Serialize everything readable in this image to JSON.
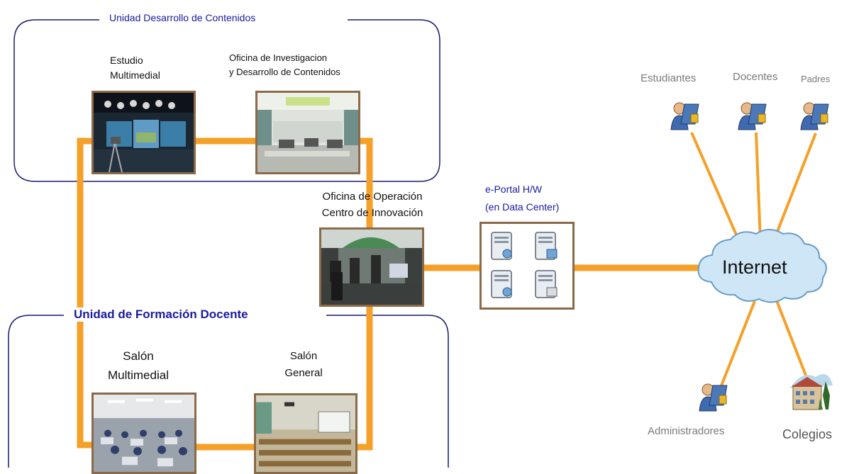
{
  "units": {
    "content_unit": "Unidad Desarrollo de Contenidos",
    "teacher_unit": "Unidad de Formación Docente"
  },
  "rooms": {
    "studio": [
      "Estudio",
      "Multimedial"
    ],
    "research_office": [
      "Oficina de Investigacion",
      "y Desarrollo de Contenidos"
    ],
    "operation_office": [
      "Oficina de Operación",
      "Centro de Innovación"
    ],
    "multimedia_room": [
      "Salón",
      "Multimedial"
    ],
    "general_room": [
      "Salón",
      "General"
    ]
  },
  "eportal": [
    "e-Portal H/W",
    "(en Data Center)"
  ],
  "internet": "Internet",
  "users": {
    "students": "Estudiantes",
    "teachers": "Docentes",
    "parents": "Padres",
    "admins": "Administradores",
    "schools": "Colegios"
  },
  "colors": {
    "link": "#f5a028",
    "unit_border": "#1a1a6e",
    "unit_title": "#1a1aa0",
    "photo_frame": "#8a6a48",
    "cloud": "#cfe6f7",
    "user_label": "#7a7a7a"
  }
}
